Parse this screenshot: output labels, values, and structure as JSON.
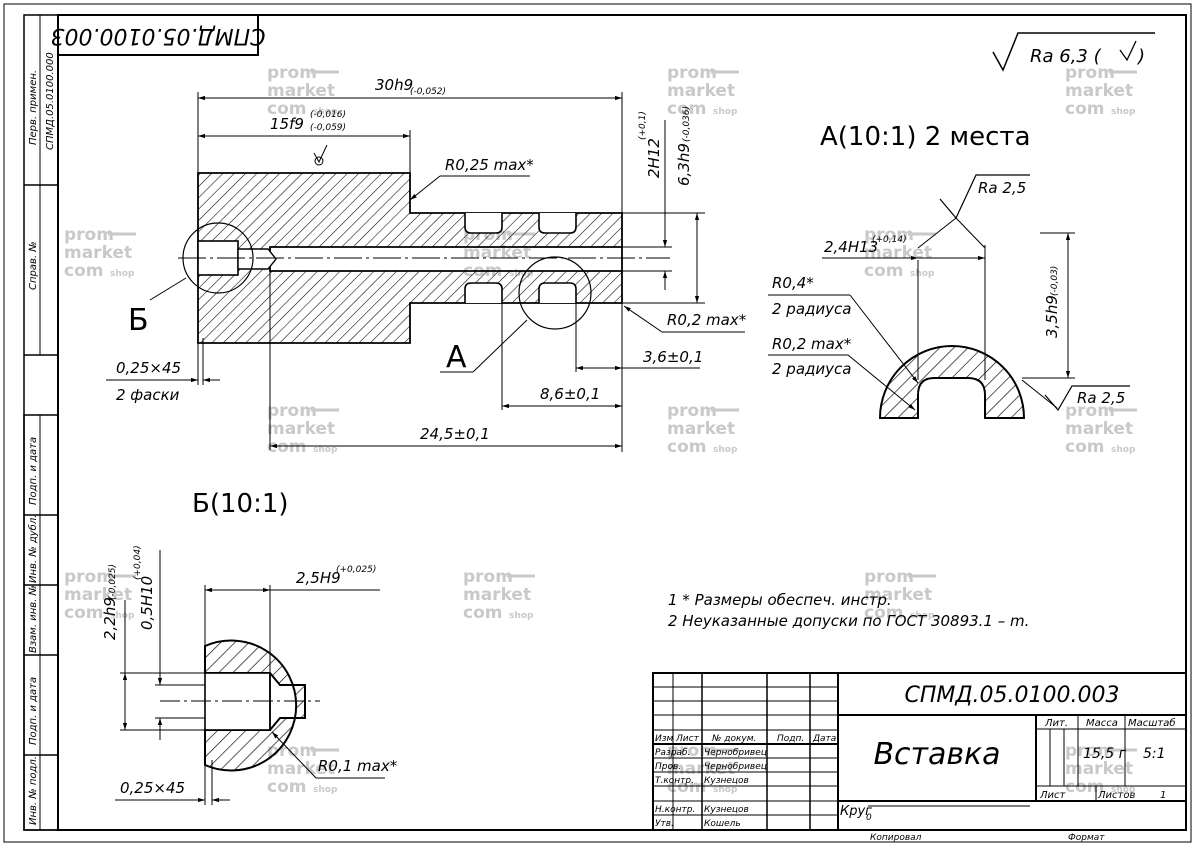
{
  "stamp": {
    "code_rotated": "СПМД.05.0100.003",
    "code": "СПМД.05.0100.003",
    "title": "Вставка",
    "mass": "15,5 г",
    "scale": "5:1",
    "material": "Круг",
    "material_sub": "0",
    "hdr_lit": "Лит.",
    "hdr_mass": "Масса",
    "hdr_scale": "Масштаб",
    "sheet": "Лист",
    "sheets": "Листов",
    "sheets_val": "1",
    "col_izm": "Изм",
    "col_list": "Лист",
    "col_doc": "№ докум.",
    "col_sign": "Подп.",
    "col_date": "Дата",
    "rows": [
      {
        "role": "Разраб.",
        "name": "Чернобривец"
      },
      {
        "role": "Пров.",
        "name": "Чернобривец"
      },
      {
        "role": "Т.контр.",
        "name": "Кузнецов"
      },
      {
        "role": "Н.контр.",
        "name": "Кузнецов"
      },
      {
        "role": "Утв.",
        "name": "Кошель"
      }
    ],
    "copied": "Копировал",
    "format": "Формат"
  },
  "side": [
    "Перв. примен.",
    "СПМД.05.0100.000",
    "Справ. №",
    "Подп. и дата",
    "Инв. № дубл.",
    "Взам. инв. №",
    "Подп. и дата",
    "Инв. № подл."
  ],
  "roughness": {
    "main": "Ra 6,3 (",
    "close": ")",
    "a": "Ra 2,5",
    "b": "Ra 2,5"
  },
  "views": {
    "a": "А(10:1) 2 места",
    "b": "Б(10:1)",
    "label_a": "А",
    "label_b": "Б"
  },
  "dims": {
    "d30": "30h9",
    "d30t": "(-0,052)",
    "d15": "15f9",
    "d15t1": "(-0,016)",
    "d15t2": "(-0,059)",
    "r025": "R0,25 max*",
    "d2h12": "2H12",
    "d2h12t": "(+0,1)",
    "d63": "6,3h9",
    "d63t": "(-0,036)",
    "r02": "R0,2 max*",
    "d36": "3,6±0,1",
    "d86": "8,6±0,1",
    "d245": "24,5±0,1",
    "ch1": "0,25×45",
    "ch2": "2 фаски",
    "a24": "2,4H13",
    "a24t": "(+0,14)",
    "a35": "3,5h9",
    "a35t": "(-0,03)",
    "ar04": "R0,4*",
    "ar04s": "2 радиуса",
    "ar02": "R0,2 max*",
    "ar02s": "2 радиуса",
    "b25": "2,5H9",
    "b25t": "(+0,025)",
    "b22": "2,2h9",
    "b22t": "(-0,025)",
    "b05": "0,5H10",
    "b05t": "(+0,04)",
    "b025": "0,25×45",
    "br01": "R0,1 max*"
  },
  "notes": [
    "1 * Размеры обеспеч. инстр.",
    "2 Неуказанные допуски по ГОСТ 30893.1 – m."
  ],
  "watermark": {
    "l1": "prom",
    "l2": "market",
    "l3": "com",
    "shop": "shop"
  }
}
